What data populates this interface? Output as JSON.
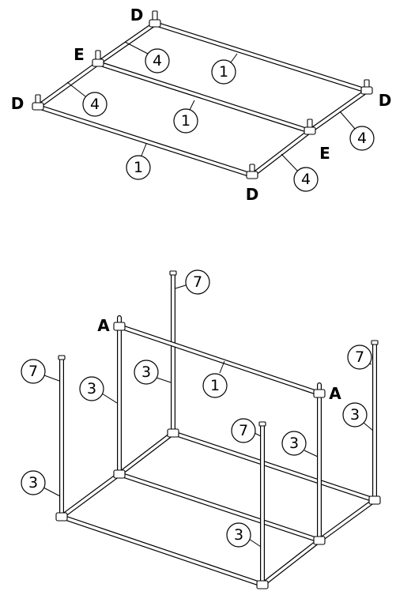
{
  "top_frame": {
    "joint_labels": [
      "D",
      "E",
      "D",
      "D",
      "E",
      "D"
    ],
    "callouts": [
      "4",
      "1",
      "4",
      "1",
      "1",
      "4",
      "4"
    ]
  },
  "bottom_frame": {
    "joint_labels": [
      "A",
      "A"
    ],
    "callouts": [
      "7",
      "3",
      "1",
      "7",
      "3",
      "7",
      "3",
      "3",
      "7",
      "3",
      "3"
    ]
  }
}
